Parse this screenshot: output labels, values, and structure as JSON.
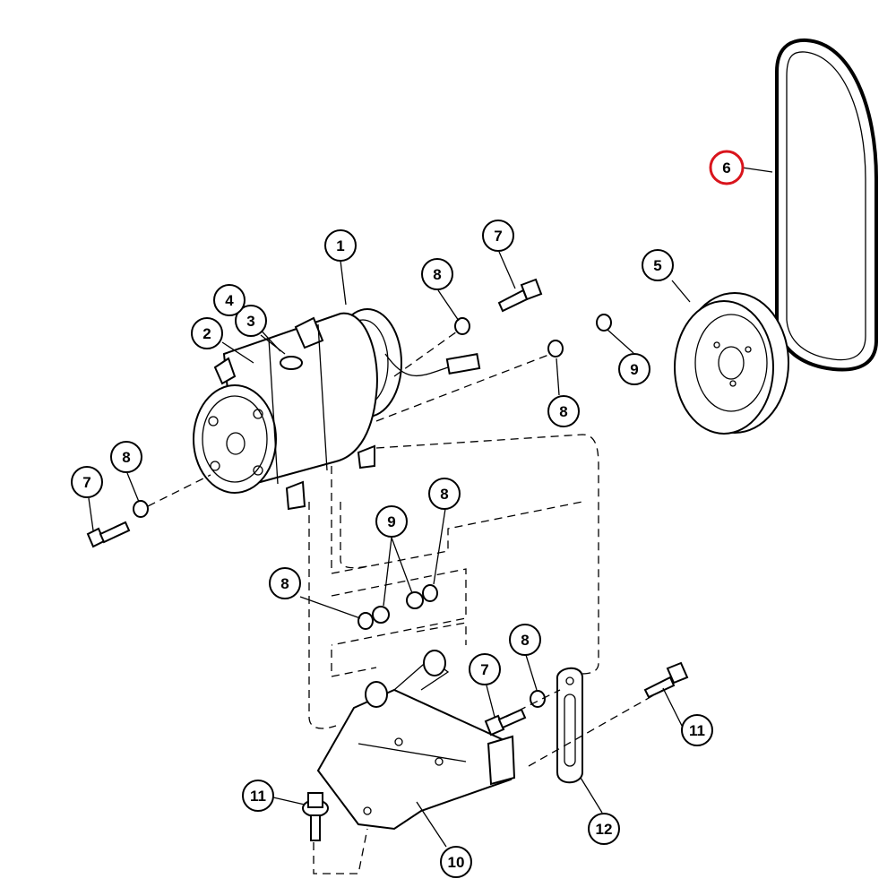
{
  "callouts": [
    {
      "id": "c1",
      "label": "1"
    },
    {
      "id": "c2",
      "label": "2"
    },
    {
      "id": "c3",
      "label": "3"
    },
    {
      "id": "c4",
      "label": "4"
    },
    {
      "id": "c5",
      "label": "5"
    },
    {
      "id": "c6",
      "label": "6",
      "highlighted": true
    },
    {
      "id": "c7a",
      "label": "7"
    },
    {
      "id": "c7b",
      "label": "7"
    },
    {
      "id": "c7c",
      "label": "7"
    },
    {
      "id": "c8a",
      "label": "8"
    },
    {
      "id": "c8b",
      "label": "8"
    },
    {
      "id": "c8c",
      "label": "8"
    },
    {
      "id": "c8d",
      "label": "8"
    },
    {
      "id": "c8e",
      "label": "8"
    },
    {
      "id": "c8f",
      "label": "8"
    },
    {
      "id": "c9a",
      "label": "9"
    },
    {
      "id": "c9b",
      "label": "9"
    },
    {
      "id": "c10",
      "label": "10"
    },
    {
      "id": "c11a",
      "label": "11"
    },
    {
      "id": "c11b",
      "label": "11"
    },
    {
      "id": "c12",
      "label": "12"
    }
  ],
  "colors": {
    "line": "#000000",
    "highlight": "#d9141c",
    "background": "#ffffff"
  }
}
